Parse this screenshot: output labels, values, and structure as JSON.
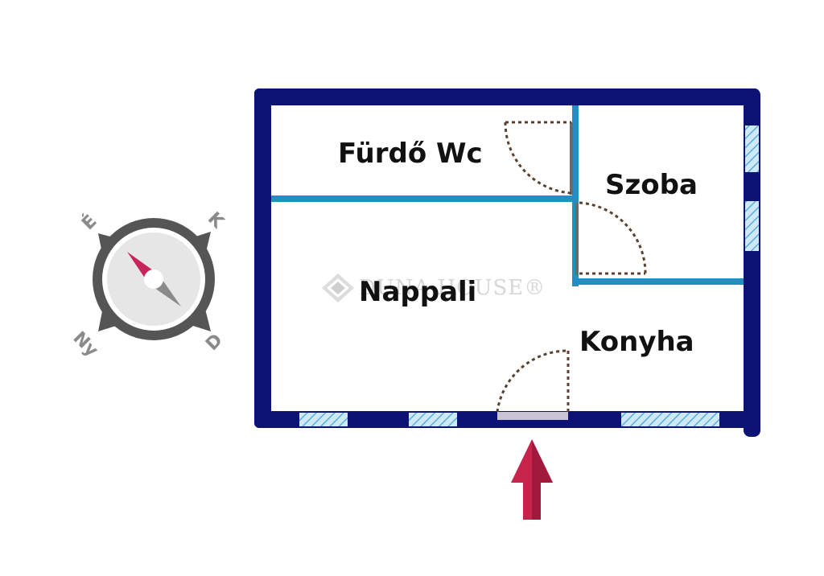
{
  "rooms": {
    "bathroom": "Fürdő Wc",
    "room": "Szoba",
    "living": "Nappali",
    "kitchen": "Konyha"
  },
  "compass": {
    "north": "É",
    "east": "K",
    "south": "D",
    "west": "Ny"
  },
  "watermark": "DUNA HOUSE®",
  "colors": {
    "outer_wall": "#0d1275",
    "inner_wall": "#1f8fc4",
    "window": "#9fd3ee",
    "door_swing": "#5a4230",
    "entrance_arrow": "#c8234a",
    "compass_body": "#555555",
    "compass_face": "#e6e6e6",
    "needle_north": "#c8235a",
    "needle_south": "#8a8a8a"
  },
  "icons": {
    "entrance": "entrance-arrow-icon",
    "compass": "compass-icon",
    "logo": "duna-house-logo-icon"
  }
}
